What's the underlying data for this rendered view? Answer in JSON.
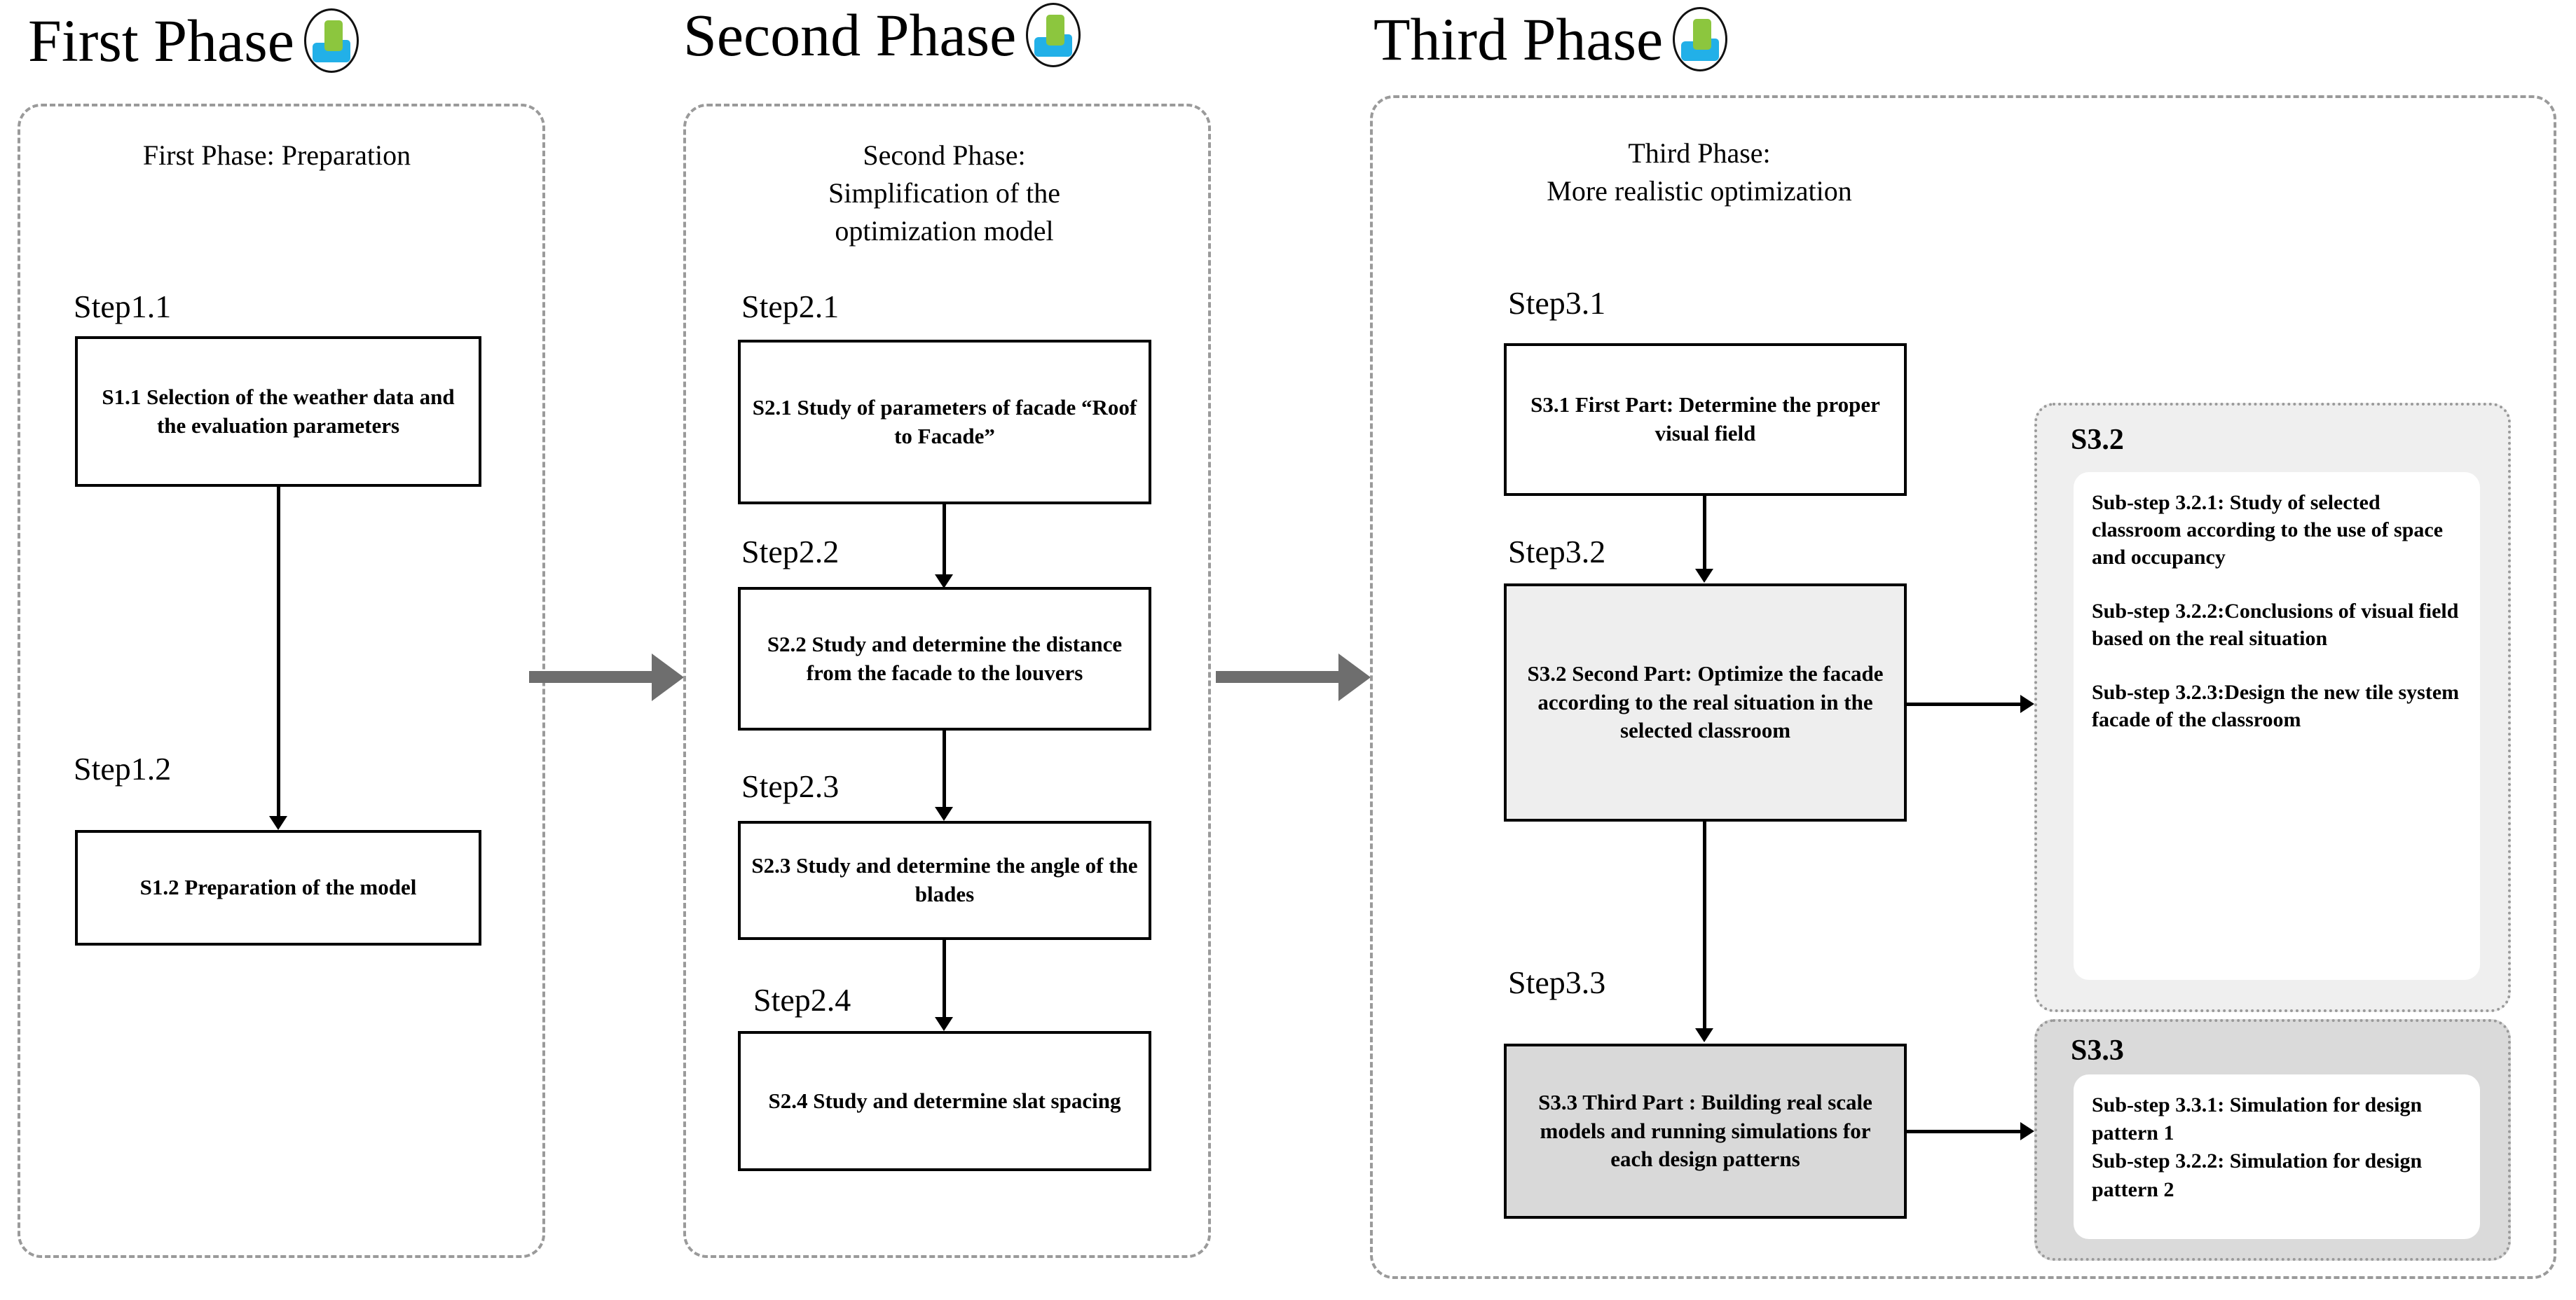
{
  "diagram": {
    "title": "Three phase optimization methodology flowchart",
    "logo_colors": {
      "green": "#8cc63e",
      "blue": "#22b0e8"
    },
    "accent_colors": {
      "dashed_border": "#9a9a9a",
      "grey_arrow": "#6e6e6e",
      "shade_light": "#eeeeee",
      "shade_dark": "#d9d9d9"
    }
  },
  "phases": [
    {
      "heading": "First Phase",
      "title": "First Phase: Preparation",
      "steps": [
        {
          "label": "Step1.1",
          "box_text": "S1.1 Selection of the weather data and the evaluation parameters"
        },
        {
          "label": "Step1.2",
          "box_text": "S1.2 Preparation of the model"
        }
      ]
    },
    {
      "heading": "Second Phase",
      "title": "Second Phase:\nSimplification of the\noptimization model",
      "title_lines": [
        "Second Phase:",
        "Simplification of the",
        "optimization model"
      ],
      "steps": [
        {
          "label": "Step2.1",
          "box_text": "S2.1   Study of parameters of facade “Roof to Facade”"
        },
        {
          "label": "Step2.2",
          "box_text": "S2.2   Study and determine the distance from the facade to the louvers"
        },
        {
          "label": "Step2.3",
          "box_text": "S2.3  Study and determine the angle of the blades"
        },
        {
          "label": "Step2.4",
          "box_text": "S2.4 Study and determine slat spacing"
        }
      ]
    },
    {
      "heading": "Third Phase",
      "title": "Third Phase:\nMore realistic optimization",
      "title_lines": [
        "Third Phase:",
        "More realistic optimization"
      ],
      "steps": [
        {
          "label": "Step3.1",
          "box_text": "S3.1 First Part: Determine the proper visual field"
        },
        {
          "label": "Step3.2",
          "box_text": "S3.2 Second Part: Optimize the facade according to the real situation in the selected classroom"
        },
        {
          "label": "Step3.3",
          "box_text": "S3.3 Third Part : Building real scale models and running simulations for each design patterns"
        }
      ]
    }
  ],
  "side_panels": [
    {
      "title": "S3.2",
      "items": [
        "Sub-step 3.2.1: Study of selected classroom according to the use of space and occupancy",
        "Sub-step 3.2.2:Conclusions of visual field based on the real situation",
        "Sub-step 3.2.3:Design the new tile system facade of the classroom"
      ]
    },
    {
      "title": "S3.3",
      "items": [
        "Sub-step 3.3.1: Simulation for design pattern 1",
        "Sub-step 3.2.2: Simulation for design pattern 2"
      ]
    }
  ]
}
